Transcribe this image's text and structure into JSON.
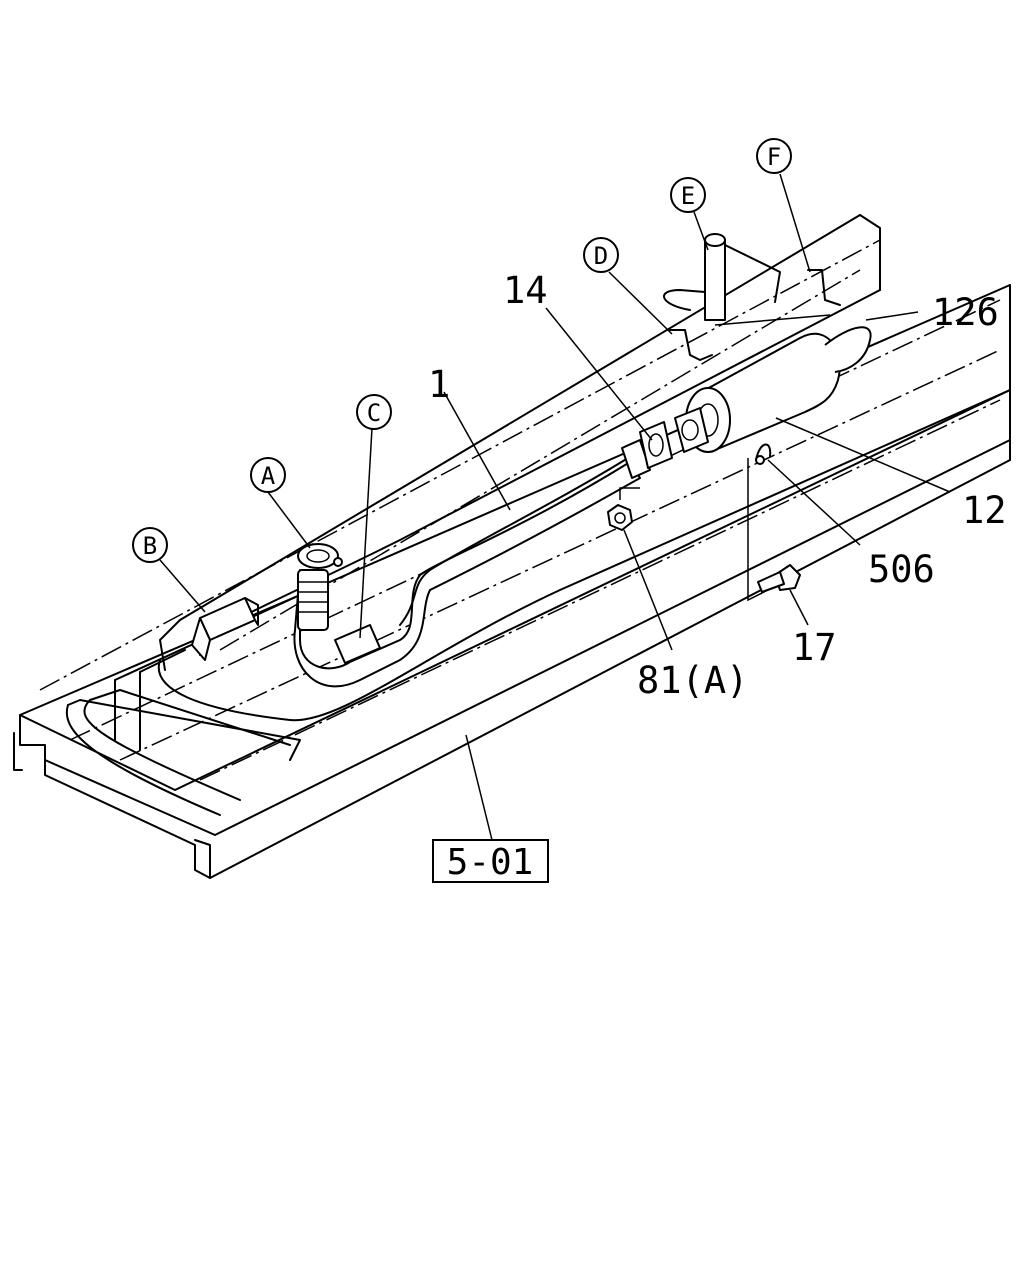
{
  "callouts": [
    {
      "id": "A",
      "text": "A"
    },
    {
      "id": "B",
      "text": "B"
    },
    {
      "id": "C",
      "text": "C"
    },
    {
      "id": "D",
      "text": "D"
    },
    {
      "id": "E",
      "text": "E"
    },
    {
      "id": "F",
      "text": "F"
    }
  ],
  "part_labels": {
    "exhaust_pipe": "1",
    "gasket": "14",
    "hanger": "126",
    "silencer": "12",
    "clamp": "506",
    "bolt": "17",
    "nut": "81(A)"
  },
  "reference_box": "5-01"
}
